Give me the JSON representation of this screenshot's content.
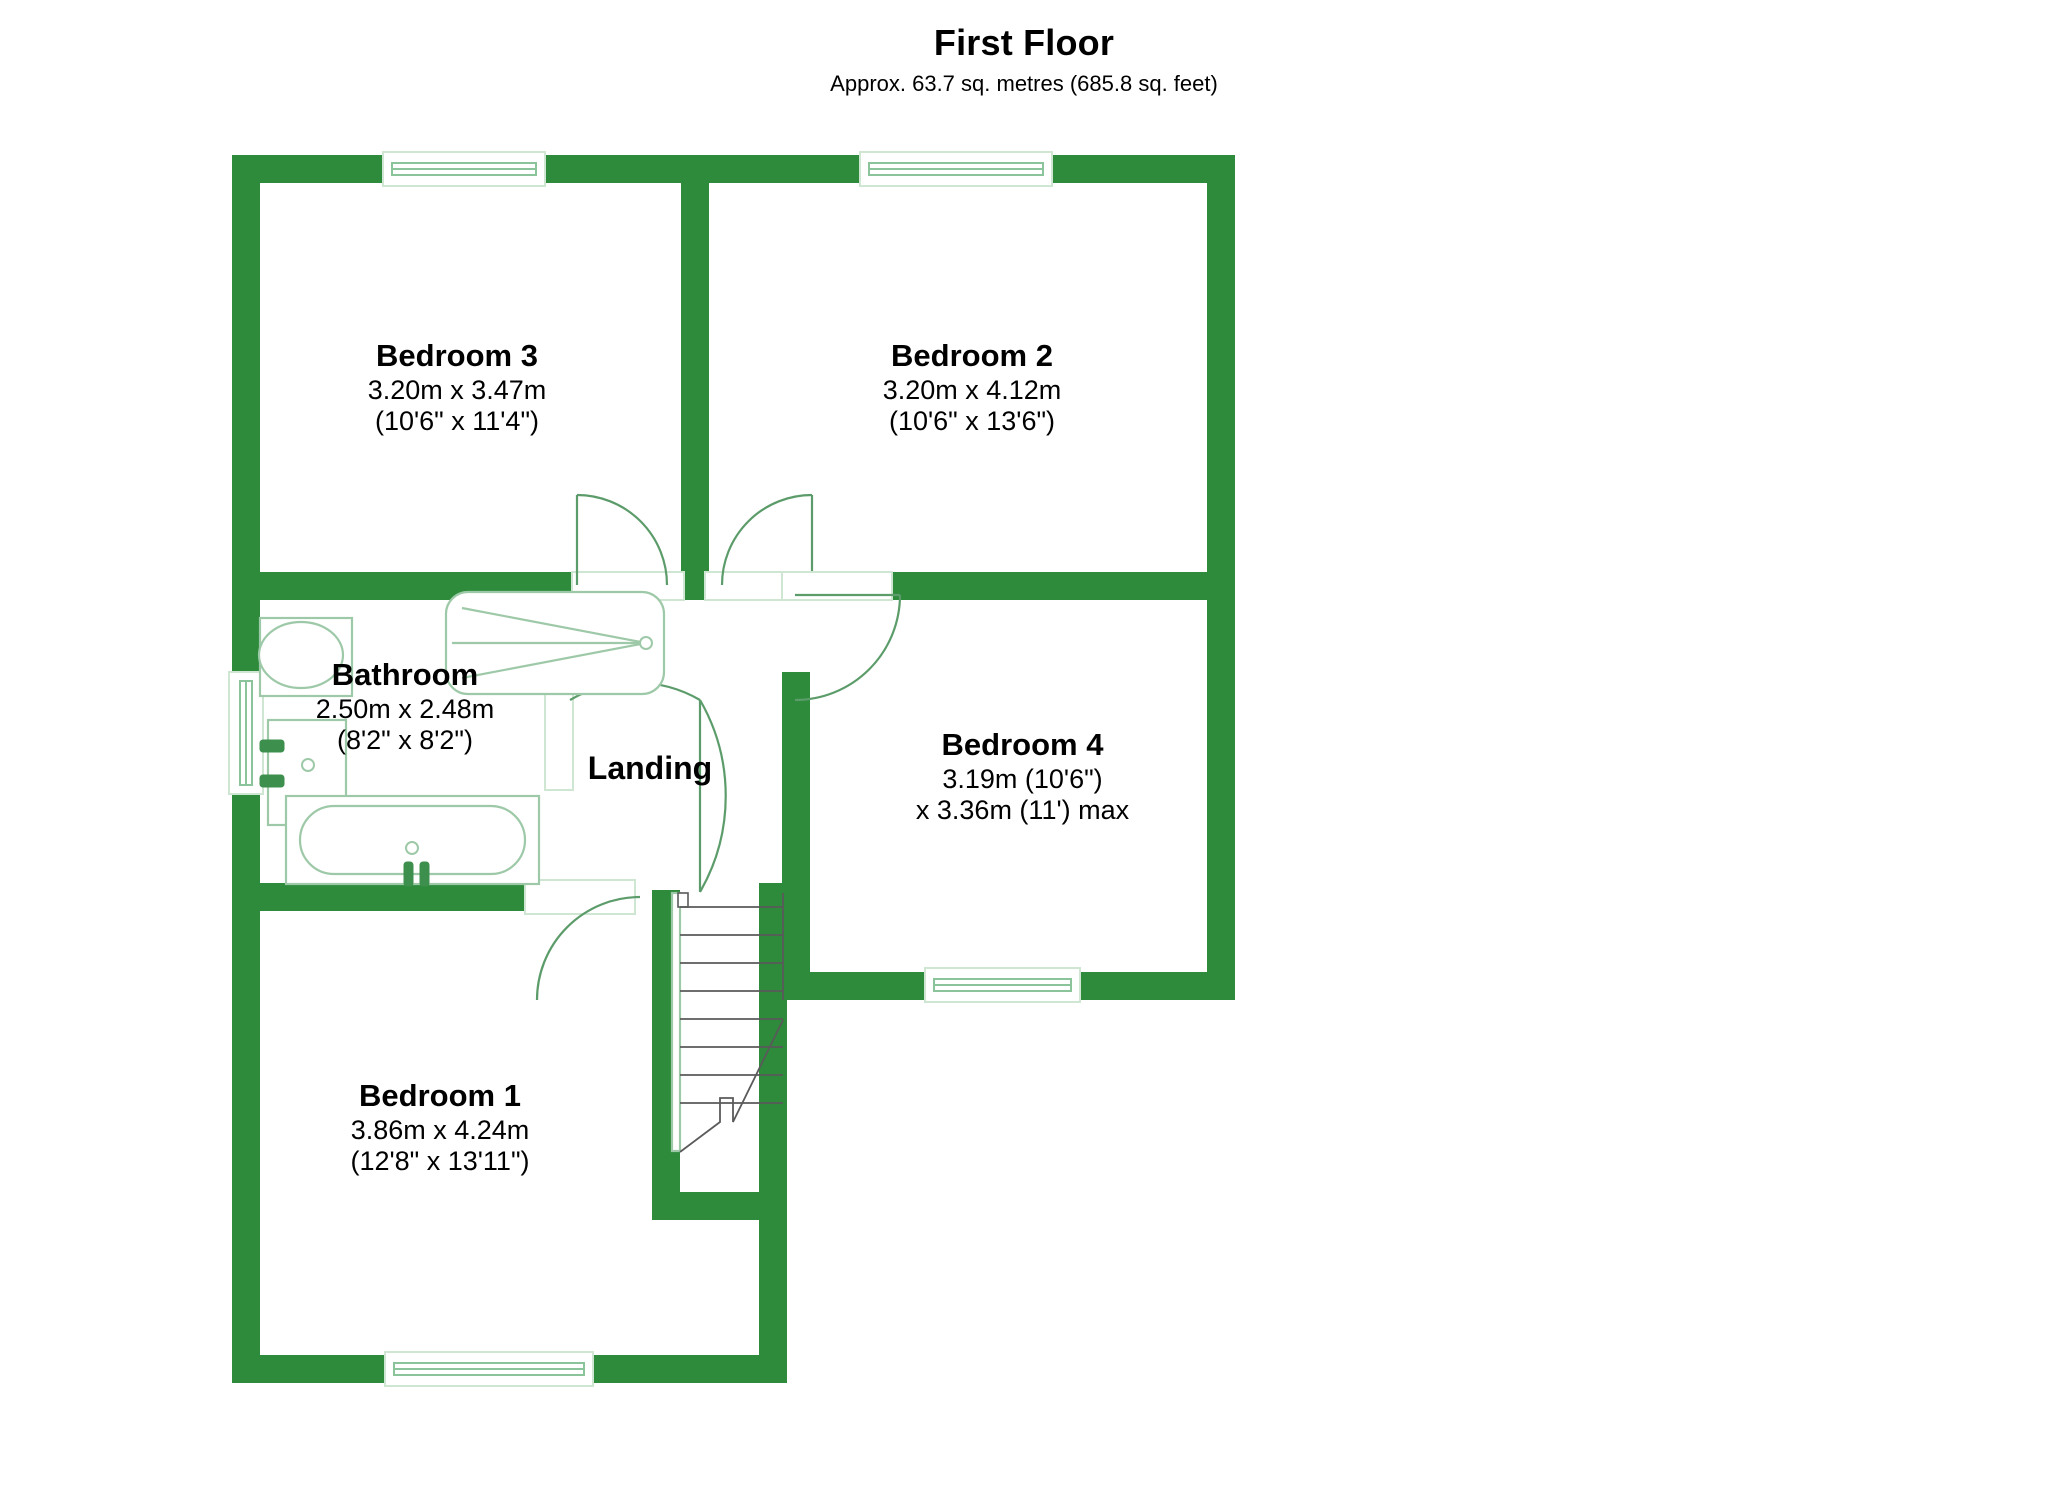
{
  "header": {
    "title": "First Floor",
    "subtitle": "Approx. 63.7 sq. metres (685.8 sq. feet)"
  },
  "colors": {
    "wall": "#2E8B3C",
    "fixture_stroke": "#9ec9a8",
    "window_stroke": "#8bc39a",
    "door_stroke": "#5c9c6a",
    "stair_stroke": "#5a5a5a",
    "text": "#000000",
    "background": "#ffffff"
  },
  "rooms": [
    {
      "id": "bedroom-3",
      "name": "Bedroom 3",
      "dim_metric": "3.20m x 3.47m",
      "dim_imperial": "(10'6\" x 11'4\")"
    },
    {
      "id": "bedroom-2",
      "name": "Bedroom 2",
      "dim_metric": "3.20m x 4.12m",
      "dim_imperial": "(10'6\" x 13'6\")"
    },
    {
      "id": "bathroom",
      "name": "Bathroom",
      "dim_metric": "2.50m x 2.48m",
      "dim_imperial": "(8'2\" x 8'2\")"
    },
    {
      "id": "landing",
      "name": "Landing",
      "dim_metric": "",
      "dim_imperial": ""
    },
    {
      "id": "bedroom-4",
      "name": "Bedroom 4",
      "dim_metric": "3.19m (10'6\")",
      "dim_imperial": "x 3.36m (11') max"
    },
    {
      "id": "bedroom-1",
      "name": "Bedroom 1",
      "dim_metric": "3.86m x 4.24m",
      "dim_imperial": "(12'8\" x 13'11\")"
    }
  ],
  "fixtures": [
    {
      "id": "toilet",
      "label": "toilet"
    },
    {
      "id": "shower-tray",
      "label": "shower tray"
    },
    {
      "id": "wash-basin",
      "label": "wash basin"
    },
    {
      "id": "bath-tub",
      "label": "bath tub"
    },
    {
      "id": "staircase",
      "label": "staircase"
    }
  ],
  "windows": [
    {
      "id": "window-bedroom-3-top"
    },
    {
      "id": "window-bedroom-2-top"
    },
    {
      "id": "window-bathroom-left"
    },
    {
      "id": "window-bedroom-4-bottom"
    },
    {
      "id": "window-bedroom-1-bottom"
    }
  ],
  "doors": [
    {
      "id": "door-bedroom-3"
    },
    {
      "id": "door-bedroom-2"
    },
    {
      "id": "door-bedroom-4"
    },
    {
      "id": "door-bathroom"
    },
    {
      "id": "door-bedroom-1"
    }
  ]
}
